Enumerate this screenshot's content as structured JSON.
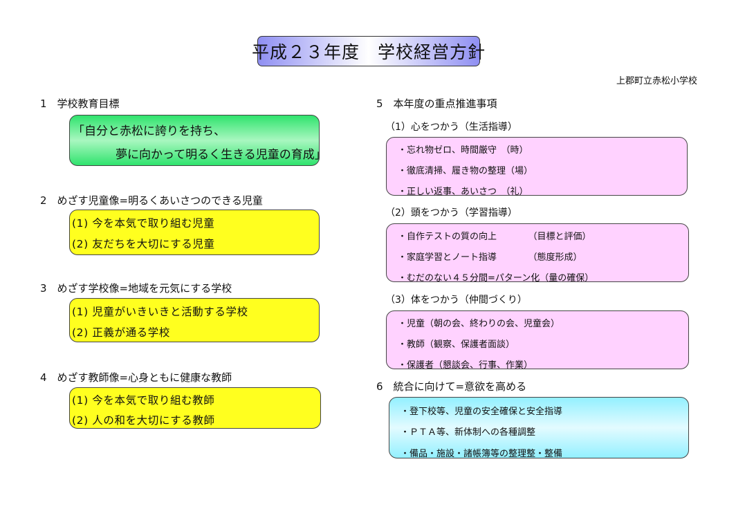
{
  "title": "平成２３年度　学校経営方針",
  "school": "上郡町立赤松小学校",
  "sections": {
    "s1": {
      "heading": "1　学校教育目標",
      "lines": [
        "「自分と赤松に誇りを持ち、",
        "夢に向かって明るく生きる児童の育成」"
      ]
    },
    "s2": {
      "heading": "2　めざす児童像=明るくあいさつのできる児童",
      "items": [
        "(1) 今を本気で取り組む児童",
        "(2) 友だちを大切にする児童"
      ]
    },
    "s3": {
      "heading": "3　めざす学校像=地域を元気にする学校",
      "items": [
        "(1) 児童がいきいきと活動する学校",
        "(2) 正義が通る学校"
      ]
    },
    "s4": {
      "heading": "4　めざす教師像=心身ともに健康な教師",
      "items": [
        "(1) 今を本気で取り組む教師",
        "(2) 人の和を大切にする教師"
      ]
    },
    "s5": {
      "heading": "5　本年度の重点推進事項",
      "groups": [
        {
          "title": "（1）心をつかう（生活指導）",
          "items": [
            "・忘れ物ゼロ、時間厳守　（時）",
            "・徹底清掃、履き物の整理（場）",
            "・正しい返事、あいさつ　（礼）"
          ]
        },
        {
          "title": "（2）頭をつかう（学習指導）",
          "items": [
            "・自作テストの質の向上　　　　（目標と評価）",
            "・家庭学習とノート指導　　　　（態度形成）",
            "・むだのない４５分間=パターン化（量の確保）"
          ]
        },
        {
          "title": "（3）体をつかう（仲間づくり）",
          "items": [
            "・児童（朝の会、終わりの会、児童会）",
            "・教師（観察、保護者面談）",
            "・保護者（懇談会、行事、作業）"
          ]
        }
      ]
    },
    "s6": {
      "heading": "6　統合に向けて=意欲を高める",
      "items": [
        "・登下校等、児童の安全確保と安全指導",
        "・ＰＴＡ等、新体制への各種調整",
        "・備品・施設・諸帳簿等の整理整・整備"
      ]
    }
  }
}
